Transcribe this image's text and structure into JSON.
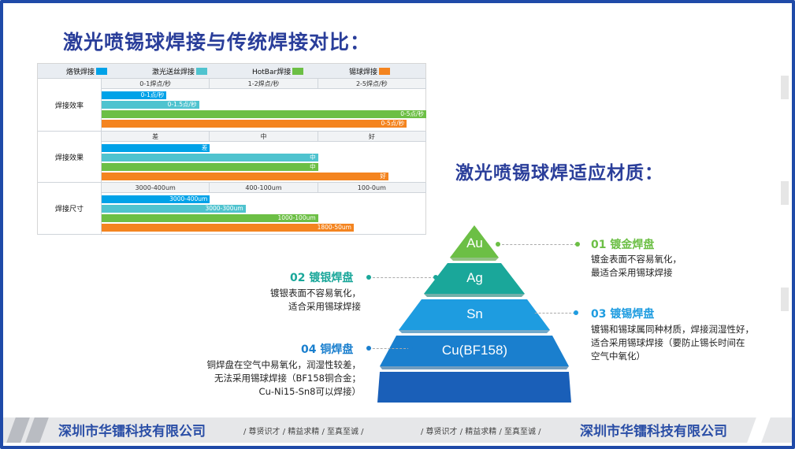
{
  "title_main": "激光喷锡球焊接与传统焊接对比：",
  "title_material": "激光喷锡球焊适应材质：",
  "legend": [
    {
      "label": "烙铁焊接",
      "color": "#00a2e8"
    },
    {
      "label": "激光送丝焊接",
      "color": "#4fc3cf"
    },
    {
      "label": "HotBar焊接",
      "color": "#6cbf45"
    },
    {
      "label": "锡球焊接",
      "color": "#f4841f"
    }
  ],
  "chart_data": {
    "type": "bar",
    "sections": [
      {
        "label": "焊接效率",
        "ticks": [
          "0-1焊点/秒",
          "1-2焊点/秒",
          "2-5焊点/秒"
        ],
        "bars": [
          {
            "series": "烙铁焊接",
            "text": "0-1点/秒",
            "value": 1
          },
          {
            "series": "激光送丝焊接",
            "text": "0-1.5点/秒",
            "value": 1.5
          },
          {
            "series": "HotBar焊接",
            "text": "0-5点/秒",
            "value": 5
          },
          {
            "series": "锡球焊接",
            "text": "0-5点/秒",
            "value": 4.7
          }
        ]
      },
      {
        "label": "焊接效果",
        "ticks": [
          "差",
          "中",
          "好"
        ],
        "bars": [
          {
            "series": "烙铁焊接",
            "text": "差",
            "value": 1
          },
          {
            "series": "激光送丝焊接",
            "text": "中",
            "value": 2
          },
          {
            "series": "HotBar焊接",
            "text": "中",
            "value": 2
          },
          {
            "series": "锡球焊接",
            "text": "好",
            "value": 2.65
          }
        ]
      },
      {
        "label": "焊接尺寸",
        "ticks": [
          "3000-400um",
          "400-100um",
          "100-0um"
        ],
        "bars": [
          {
            "series": "烙铁焊接",
            "text": "3000-400um",
            "value": 1
          },
          {
            "series": "激光送丝焊接",
            "text": "3000-300um",
            "value": 1.33
          },
          {
            "series": "HotBar焊接",
            "text": "1000-100um",
            "value": 2
          },
          {
            "series": "锡球焊接",
            "text": "1800-50um",
            "value": 2.33
          }
        ]
      }
    ]
  },
  "pyramid": {
    "layers": [
      {
        "label": "Au",
        "color": "#6cbf45"
      },
      {
        "label": "Ag",
        "color": "#1aa79a"
      },
      {
        "label": "Sn",
        "color": "#1e9ce0"
      },
      {
        "label": "Cu(BF158)",
        "color": "#1a7fce"
      },
      {
        "label": "",
        "color": "#1a5fb8"
      }
    ]
  },
  "materials": [
    {
      "title": "01 镀金焊盘",
      "color": "#6cbf45",
      "lines": [
        "镀金表面不容易氧化，",
        "最适合采用锡球焊接"
      ]
    },
    {
      "title": "02 镀银焊盘",
      "color": "#1aa79a",
      "lines": [
        "镀银表面不容易氧化，",
        "适合采用锡球焊接"
      ]
    },
    {
      "title": "03 镀锡焊盘",
      "color": "#1e9ce0",
      "lines": [
        "镀锡和锡球属同种材质，焊接润湿性好，",
        "适合采用锡球焊接（要防止锡长时间在",
        "空气中氧化）"
      ]
    },
    {
      "title": "04 铜焊盘",
      "color": "#1a7fce",
      "lines": [
        "铜焊盘在空气中易氧化，润湿性较差，",
        "无法采用锡球焊接（BF158铜合金；",
        "Cu-Ni15-Sn8可以焊接）"
      ]
    }
  ],
  "footer": {
    "company": "深圳市华镭科技有限公司",
    "slogan": "/ 尊贤识才 / 精益求精 / 至真至诚 /"
  }
}
